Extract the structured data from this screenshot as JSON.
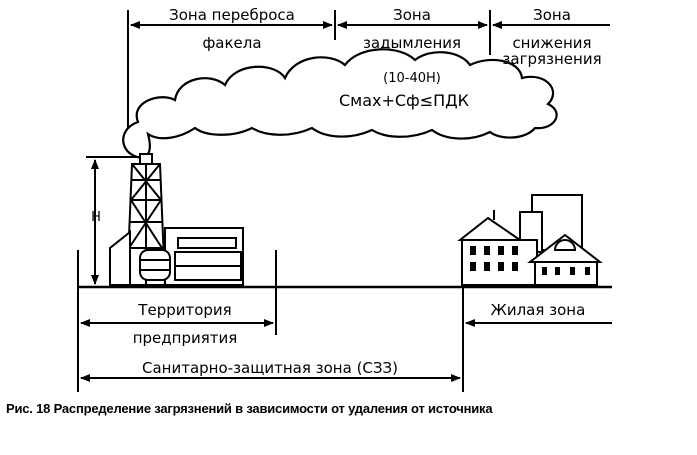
{
  "zones_top": {
    "flare": {
      "line1": "Зона переброса",
      "line2": "факела"
    },
    "smoke": {
      "line1": "Зона",
      "line2": "задымления"
    },
    "reduction": {
      "line1": "Зона",
      "line2": "снижения",
      "line3": "загрязнения"
    }
  },
  "cloud_notes": {
    "range": "(10-40H)",
    "formula": "Cмах+Cф≤ПДК"
  },
  "stack_height_label": "H",
  "territory": {
    "line1": "Территория",
    "line2": "предприятия"
  },
  "residential": "Жилая зона",
  "sanitary": "Санитарно-защитная зона (СЗЗ)",
  "caption": "Рис. 18 Распределение  загрязнений  в зависимости  от удаления  от источника"
}
